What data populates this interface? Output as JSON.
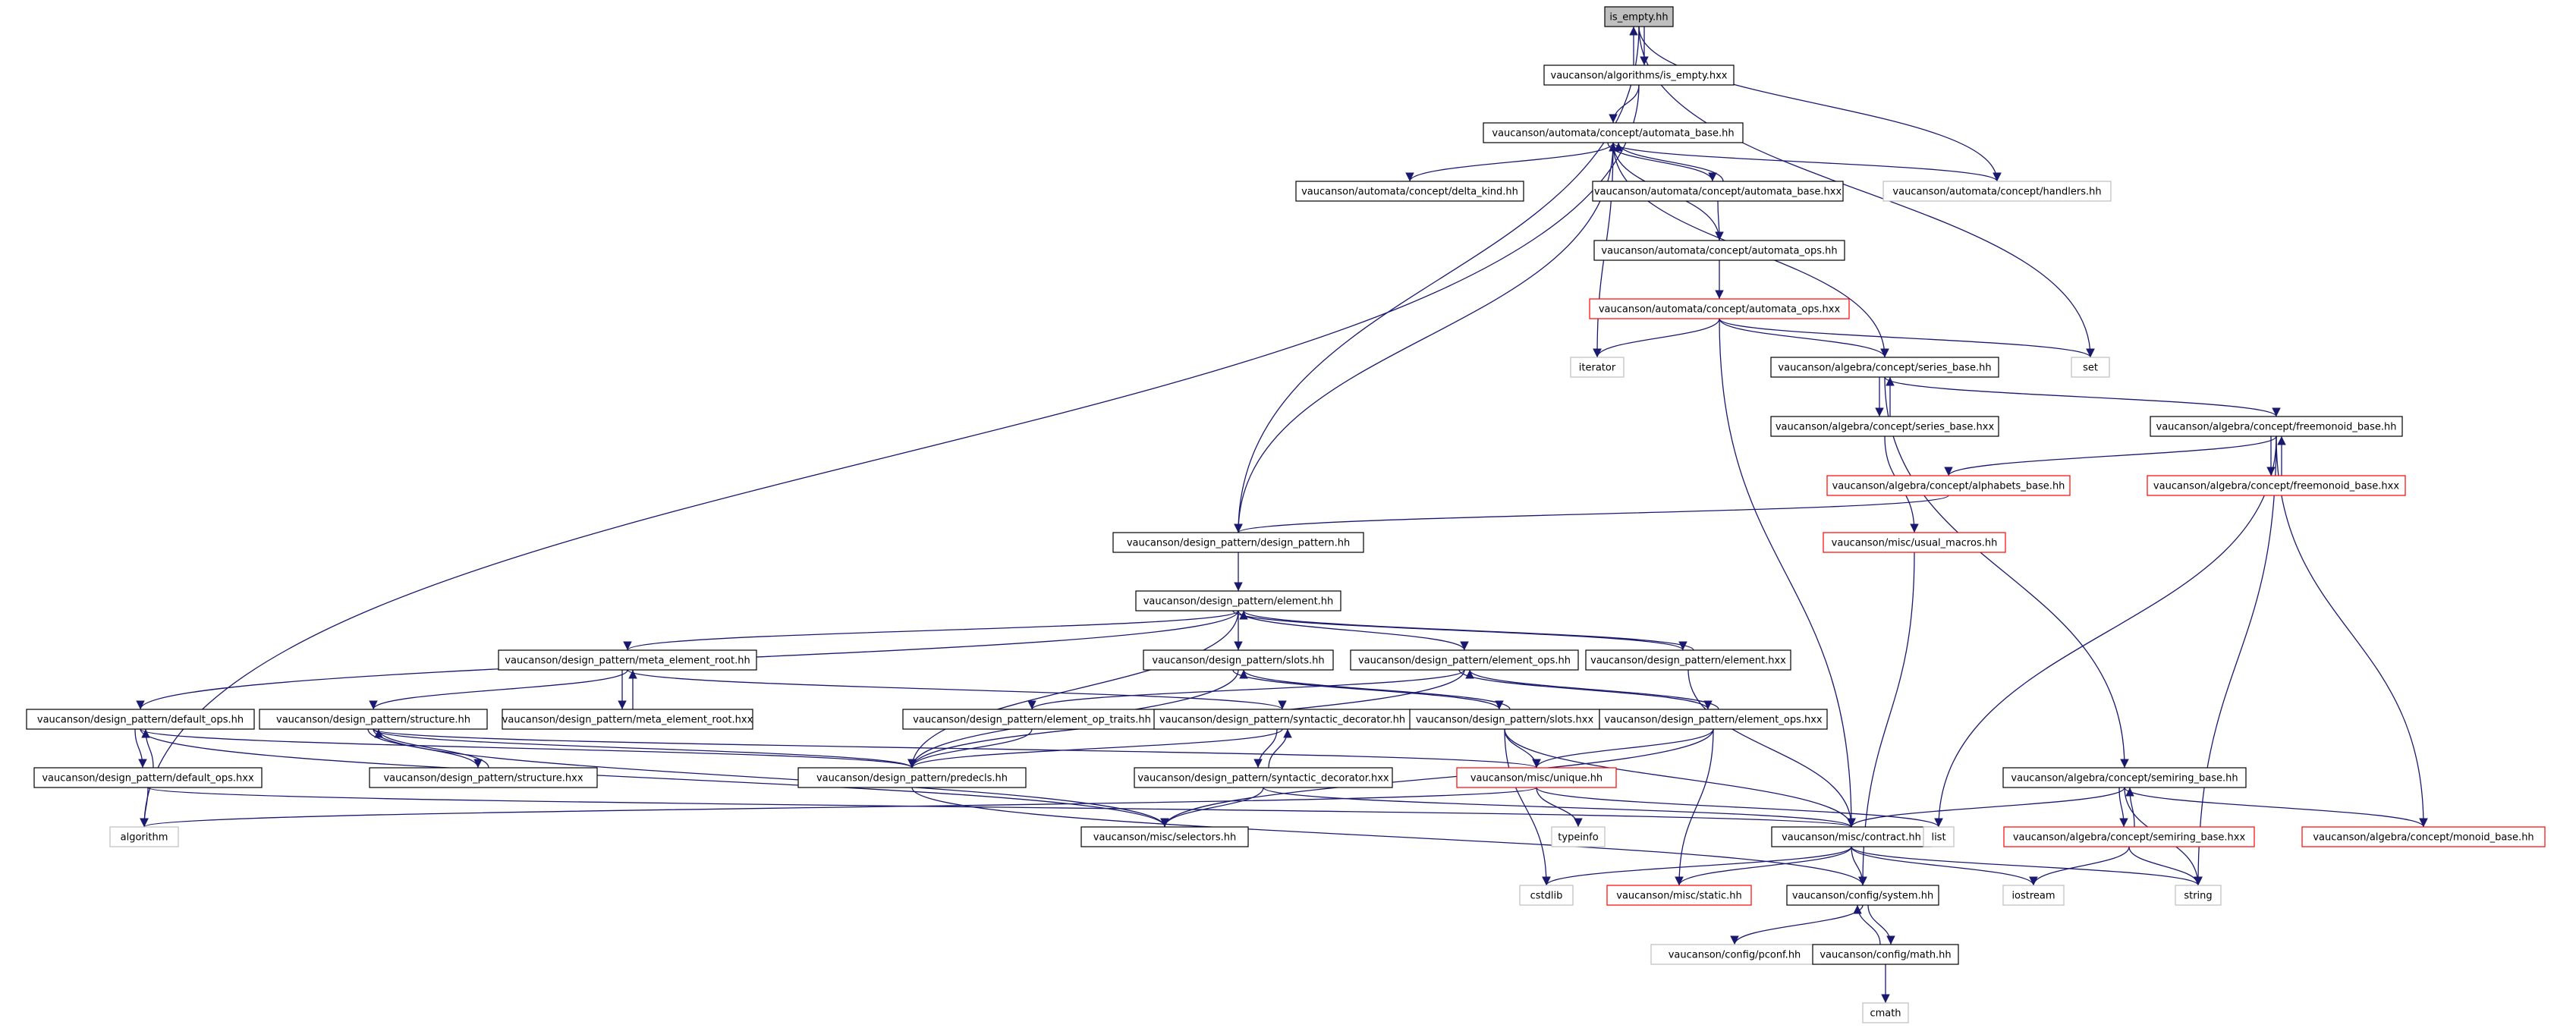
{
  "colors": {
    "edge": "#191970",
    "node_border": "#000000",
    "node_border_truncated": "#ff0000",
    "node_border_external": "#bfbfbf",
    "root_fill": "#bfbfbf",
    "node_fill": "#ffffff"
  },
  "nodes": [
    {
      "id": "root",
      "label": "is_empty.hh",
      "kind": "root"
    },
    {
      "id": "alg_isempty_hxx",
      "label": "vaucanson/algorithms/is_empty.hxx",
      "kind": "normal"
    },
    {
      "id": "aut_base_hh",
      "label": "vaucanson/automata/concept/automata_base.hh",
      "kind": "normal"
    },
    {
      "id": "delta_kind",
      "label": "vaucanson/automata/concept/delta_kind.hh",
      "kind": "normal"
    },
    {
      "id": "aut_base_hxx",
      "label": "vaucanson/automata/concept/automata_base.hxx",
      "kind": "normal"
    },
    {
      "id": "handlers",
      "label": "vaucanson/automata/concept/handlers.hh",
      "kind": "external"
    },
    {
      "id": "aut_ops_hh",
      "label": "vaucanson/automata/concept/automata_ops.hh",
      "kind": "normal"
    },
    {
      "id": "aut_ops_hxx",
      "label": "vaucanson/automata/concept/automata_ops.hxx",
      "kind": "truncated"
    },
    {
      "id": "iterator",
      "label": "iterator",
      "kind": "external"
    },
    {
      "id": "set",
      "label": "set",
      "kind": "external"
    },
    {
      "id": "series_base_hh",
      "label": "vaucanson/algebra/concept/series_base.hh",
      "kind": "normal"
    },
    {
      "id": "series_base_hxx",
      "label": "vaucanson/algebra/concept/series_base.hxx",
      "kind": "normal"
    },
    {
      "id": "freemonoid_hh",
      "label": "vaucanson/algebra/concept/freemonoid_base.hh",
      "kind": "normal"
    },
    {
      "id": "alphabets",
      "label": "vaucanson/algebra/concept/alphabets_base.hh",
      "kind": "truncated"
    },
    {
      "id": "freemonoid_hxx",
      "label": "vaucanson/algebra/concept/freemonoid_base.hxx",
      "kind": "truncated"
    },
    {
      "id": "dp_hh",
      "label": "vaucanson/design_pattern/design_pattern.hh",
      "kind": "normal"
    },
    {
      "id": "usual_macros",
      "label": "vaucanson/misc/usual_macros.hh",
      "kind": "truncated"
    },
    {
      "id": "element_hh",
      "label": "vaucanson/design_pattern/element.hh",
      "kind": "normal"
    },
    {
      "id": "meta_root_hh",
      "label": "vaucanson/design_pattern/meta_element_root.hh",
      "kind": "normal"
    },
    {
      "id": "slots_hh",
      "label": "vaucanson/design_pattern/slots.hh",
      "kind": "normal"
    },
    {
      "id": "elem_ops_hh",
      "label": "vaucanson/design_pattern/element_ops.hh",
      "kind": "normal"
    },
    {
      "id": "element_hxx",
      "label": "vaucanson/design_pattern/element.hxx",
      "kind": "normal"
    },
    {
      "id": "default_ops_hh",
      "label": "vaucanson/design_pattern/default_ops.hh",
      "kind": "normal"
    },
    {
      "id": "structure_hh",
      "label": "vaucanson/design_pattern/structure.hh",
      "kind": "normal"
    },
    {
      "id": "meta_root_hxx",
      "label": "vaucanson/design_pattern/meta_element_root.hxx",
      "kind": "normal"
    },
    {
      "id": "elem_op_traits",
      "label": "vaucanson/design_pattern/element_op_traits.hh",
      "kind": "normal"
    },
    {
      "id": "synt_dec_hh",
      "label": "vaucanson/design_pattern/syntactic_decorator.hh",
      "kind": "normal"
    },
    {
      "id": "slots_hxx",
      "label": "vaucanson/design_pattern/slots.hxx",
      "kind": "normal"
    },
    {
      "id": "elem_ops_hxx",
      "label": "vaucanson/design_pattern/element_ops.hxx",
      "kind": "normal"
    },
    {
      "id": "default_ops_hxx",
      "label": "vaucanson/design_pattern/default_ops.hxx",
      "kind": "normal"
    },
    {
      "id": "structure_hxx",
      "label": "vaucanson/design_pattern/structure.hxx",
      "kind": "normal"
    },
    {
      "id": "predecls",
      "label": "vaucanson/design_pattern/predecls.hh",
      "kind": "normal"
    },
    {
      "id": "synt_dec_hxx",
      "label": "vaucanson/design_pattern/syntactic_decorator.hxx",
      "kind": "normal"
    },
    {
      "id": "unique",
      "label": "vaucanson/misc/unique.hh",
      "kind": "truncated"
    },
    {
      "id": "semiring_hh",
      "label": "vaucanson/algebra/concept/semiring_base.hh",
      "kind": "normal"
    },
    {
      "id": "semiring_hxx",
      "label": "vaucanson/algebra/concept/semiring_base.hxx",
      "kind": "truncated"
    },
    {
      "id": "monoid",
      "label": "vaucanson/algebra/concept/monoid_base.hh",
      "kind": "truncated"
    },
    {
      "id": "algorithm",
      "label": "algorithm",
      "kind": "external"
    },
    {
      "id": "selectors",
      "label": "vaucanson/misc/selectors.hh",
      "kind": "normal"
    },
    {
      "id": "typeinfo",
      "label": "typeinfo",
      "kind": "external"
    },
    {
      "id": "contract",
      "label": "vaucanson/misc/contract.hh",
      "kind": "normal"
    },
    {
      "id": "list",
      "label": "list",
      "kind": "external"
    },
    {
      "id": "cstdlib",
      "label": "cstdlib",
      "kind": "external"
    },
    {
      "id": "static_hh",
      "label": "vaucanson/misc/static.hh",
      "kind": "truncated"
    },
    {
      "id": "system",
      "label": "vaucanson/config/system.hh",
      "kind": "normal"
    },
    {
      "id": "iostream",
      "label": "iostream",
      "kind": "external"
    },
    {
      "id": "string",
      "label": "string",
      "kind": "external"
    },
    {
      "id": "pconf",
      "label": "vaucanson/config/pconf.hh",
      "kind": "external"
    },
    {
      "id": "math",
      "label": "vaucanson/config/math.hh",
      "kind": "normal"
    },
    {
      "id": "cmath",
      "label": "cmath",
      "kind": "external"
    }
  ],
  "edges": [
    [
      "root",
      "alg_isempty_hxx"
    ],
    [
      "alg_isempty_hxx",
      "root"
    ],
    [
      "root",
      "handlers"
    ],
    [
      "root",
      "set"
    ],
    [
      "root",
      "dp_hh"
    ],
    [
      "alg_isempty_hxx",
      "aut_base_hh"
    ],
    [
      "alg_isempty_hxx",
      "algorithm"
    ],
    [
      "aut_base_hh",
      "delta_kind"
    ],
    [
      "aut_base_hh",
      "aut_base_hxx"
    ],
    [
      "aut_base_hxx",
      "aut_base_hh"
    ],
    [
      "aut_base_hh",
      "handlers"
    ],
    [
      "aut_base_hh",
      "iterator"
    ],
    [
      "aut_base_hh",
      "dp_hh"
    ],
    [
      "aut_base_hh",
      "series_base_hh"
    ],
    [
      "aut_base_hxx",
      "aut_ops_hh"
    ],
    [
      "aut_ops_hh",
      "aut_base_hh"
    ],
    [
      "aut_ops_hh",
      "aut_ops_hxx"
    ],
    [
      "aut_ops_hxx",
      "iterator"
    ],
    [
      "aut_ops_hxx",
      "set"
    ],
    [
      "aut_ops_hxx",
      "series_base_hh"
    ],
    [
      "aut_ops_hxx",
      "contract"
    ],
    [
      "series_base_hh",
      "series_base_hxx"
    ],
    [
      "series_base_hxx",
      "series_base_hh"
    ],
    [
      "series_base_hh",
      "freemonoid_hh"
    ],
    [
      "series_base_hh",
      "semiring_hh"
    ],
    [
      "series_base_hxx",
      "usual_macros"
    ],
    [
      "freemonoid_hh",
      "alphabets"
    ],
    [
      "freemonoid_hh",
      "freemonoid_hxx"
    ],
    [
      "freemonoid_hxx",
      "freemonoid_hh"
    ],
    [
      "freemonoid_hh",
      "list"
    ],
    [
      "freemonoid_hh",
      "string"
    ],
    [
      "freemonoid_hh",
      "monoid"
    ],
    [
      "alphabets",
      "dp_hh"
    ],
    [
      "usual_macros",
      "system"
    ],
    [
      "dp_hh",
      "element_hh"
    ],
    [
      "element_hh",
      "meta_root_hh"
    ],
    [
      "element_hh",
      "slots_hh"
    ],
    [
      "element_hh",
      "elem_ops_hh"
    ],
    [
      "element_hh",
      "element_hxx"
    ],
    [
      "element_hxx",
      "element_hh"
    ],
    [
      "element_hh",
      "default_ops_hh"
    ],
    [
      "element_hh",
      "predecls"
    ],
    [
      "meta_root_hh",
      "meta_root_hxx"
    ],
    [
      "meta_root_hxx",
      "meta_root_hh"
    ],
    [
      "meta_root_hh",
      "structure_hh"
    ],
    [
      "meta_root_hh",
      "synt_dec_hh"
    ],
    [
      "slots_hh",
      "predecls"
    ],
    [
      "slots_hh",
      "slots_hxx"
    ],
    [
      "slots_hxx",
      "slots_hh"
    ],
    [
      "elem_ops_hh",
      "elem_op_traits"
    ],
    [
      "elem_ops_hh",
      "predecls"
    ],
    [
      "elem_ops_hh",
      "elem_ops_hxx"
    ],
    [
      "elem_ops_hxx",
      "elem_ops_hh"
    ],
    [
      "element_hxx",
      "contract"
    ],
    [
      "default_ops_hh",
      "default_ops_hxx"
    ],
    [
      "default_ops_hxx",
      "default_ops_hh"
    ],
    [
      "default_ops_hh",
      "predecls"
    ],
    [
      "default_ops_hh",
      "selectors"
    ],
    [
      "default_ops_hxx",
      "algorithm"
    ],
    [
      "default_ops_hxx",
      "contract"
    ],
    [
      "structure_hh",
      "structure_hxx"
    ],
    [
      "structure_hxx",
      "structure_hh"
    ],
    [
      "structure_hh",
      "predecls"
    ],
    [
      "structure_hh",
      "unique"
    ],
    [
      "structure_hh",
      "selectors"
    ],
    [
      "elem_op_traits",
      "predecls"
    ],
    [
      "synt_dec_hh",
      "predecls"
    ],
    [
      "synt_dec_hh",
      "synt_dec_hxx"
    ],
    [
      "synt_dec_hxx",
      "synt_dec_hh"
    ],
    [
      "synt_dec_hxx",
      "selectors"
    ],
    [
      "synt_dec_hxx",
      "contract"
    ],
    [
      "slots_hxx",
      "unique"
    ],
    [
      "slots_hxx",
      "contract"
    ],
    [
      "slots_hxx",
      "cstdlib"
    ],
    [
      "elem_ops_hxx",
      "unique"
    ],
    [
      "elem_ops_hxx",
      "selectors"
    ],
    [
      "elem_ops_hxx",
      "static_hh"
    ],
    [
      "predecls",
      "system"
    ],
    [
      "unique",
      "algorithm"
    ],
    [
      "unique",
      "typeinfo"
    ],
    [
      "unique",
      "list"
    ],
    [
      "semiring_hh",
      "contract"
    ],
    [
      "semiring_hh",
      "semiring_hxx"
    ],
    [
      "semiring_hxx",
      "semiring_hh"
    ],
    [
      "semiring_hh",
      "monoid"
    ],
    [
      "semiring_hh",
      "string"
    ],
    [
      "semiring_hxx",
      "string"
    ],
    [
      "semiring_hxx",
      "iostream"
    ],
    [
      "contract",
      "cstdlib"
    ],
    [
      "contract",
      "static_hh"
    ],
    [
      "contract",
      "system"
    ],
    [
      "contract",
      "iostream"
    ],
    [
      "contract",
      "string"
    ],
    [
      "system",
      "pconf"
    ],
    [
      "system",
      "math"
    ],
    [
      "math",
      "system"
    ],
    [
      "math",
      "cmath"
    ]
  ]
}
